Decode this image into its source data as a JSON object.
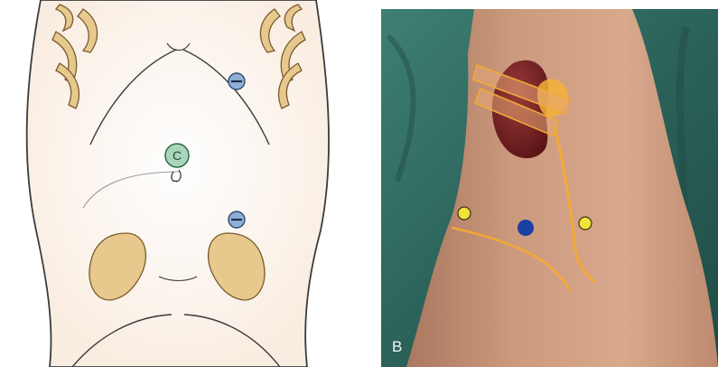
{
  "figure": {
    "panel_a": {
      "port_camera_label": "C",
      "ports": [
        {
          "role": "working-port",
          "symbol": "−"
        },
        {
          "role": "camera-port",
          "symbol": "C"
        },
        {
          "role": "working-port",
          "symbol": "−"
        }
      ],
      "colors": {
        "skin": "#fbeee2",
        "bone": "#e7c98e",
        "outline": "#3b3b3b",
        "port_blue": "#8fb0d6",
        "port_green": "#a9d6ba"
      }
    },
    "panel_b": {
      "label": "B",
      "markers": [
        {
          "kind": "yellow-port"
        },
        {
          "kind": "blue-port"
        },
        {
          "kind": "yellow-port"
        }
      ],
      "colors": {
        "drape": "#2e6a60",
        "skin": "#c9967a",
        "kidney": "#6b1f20",
        "overlay_line": "#f3a935",
        "marker_yellow": "#f2e23a",
        "marker_blue": "#1c3fa6"
      }
    }
  }
}
